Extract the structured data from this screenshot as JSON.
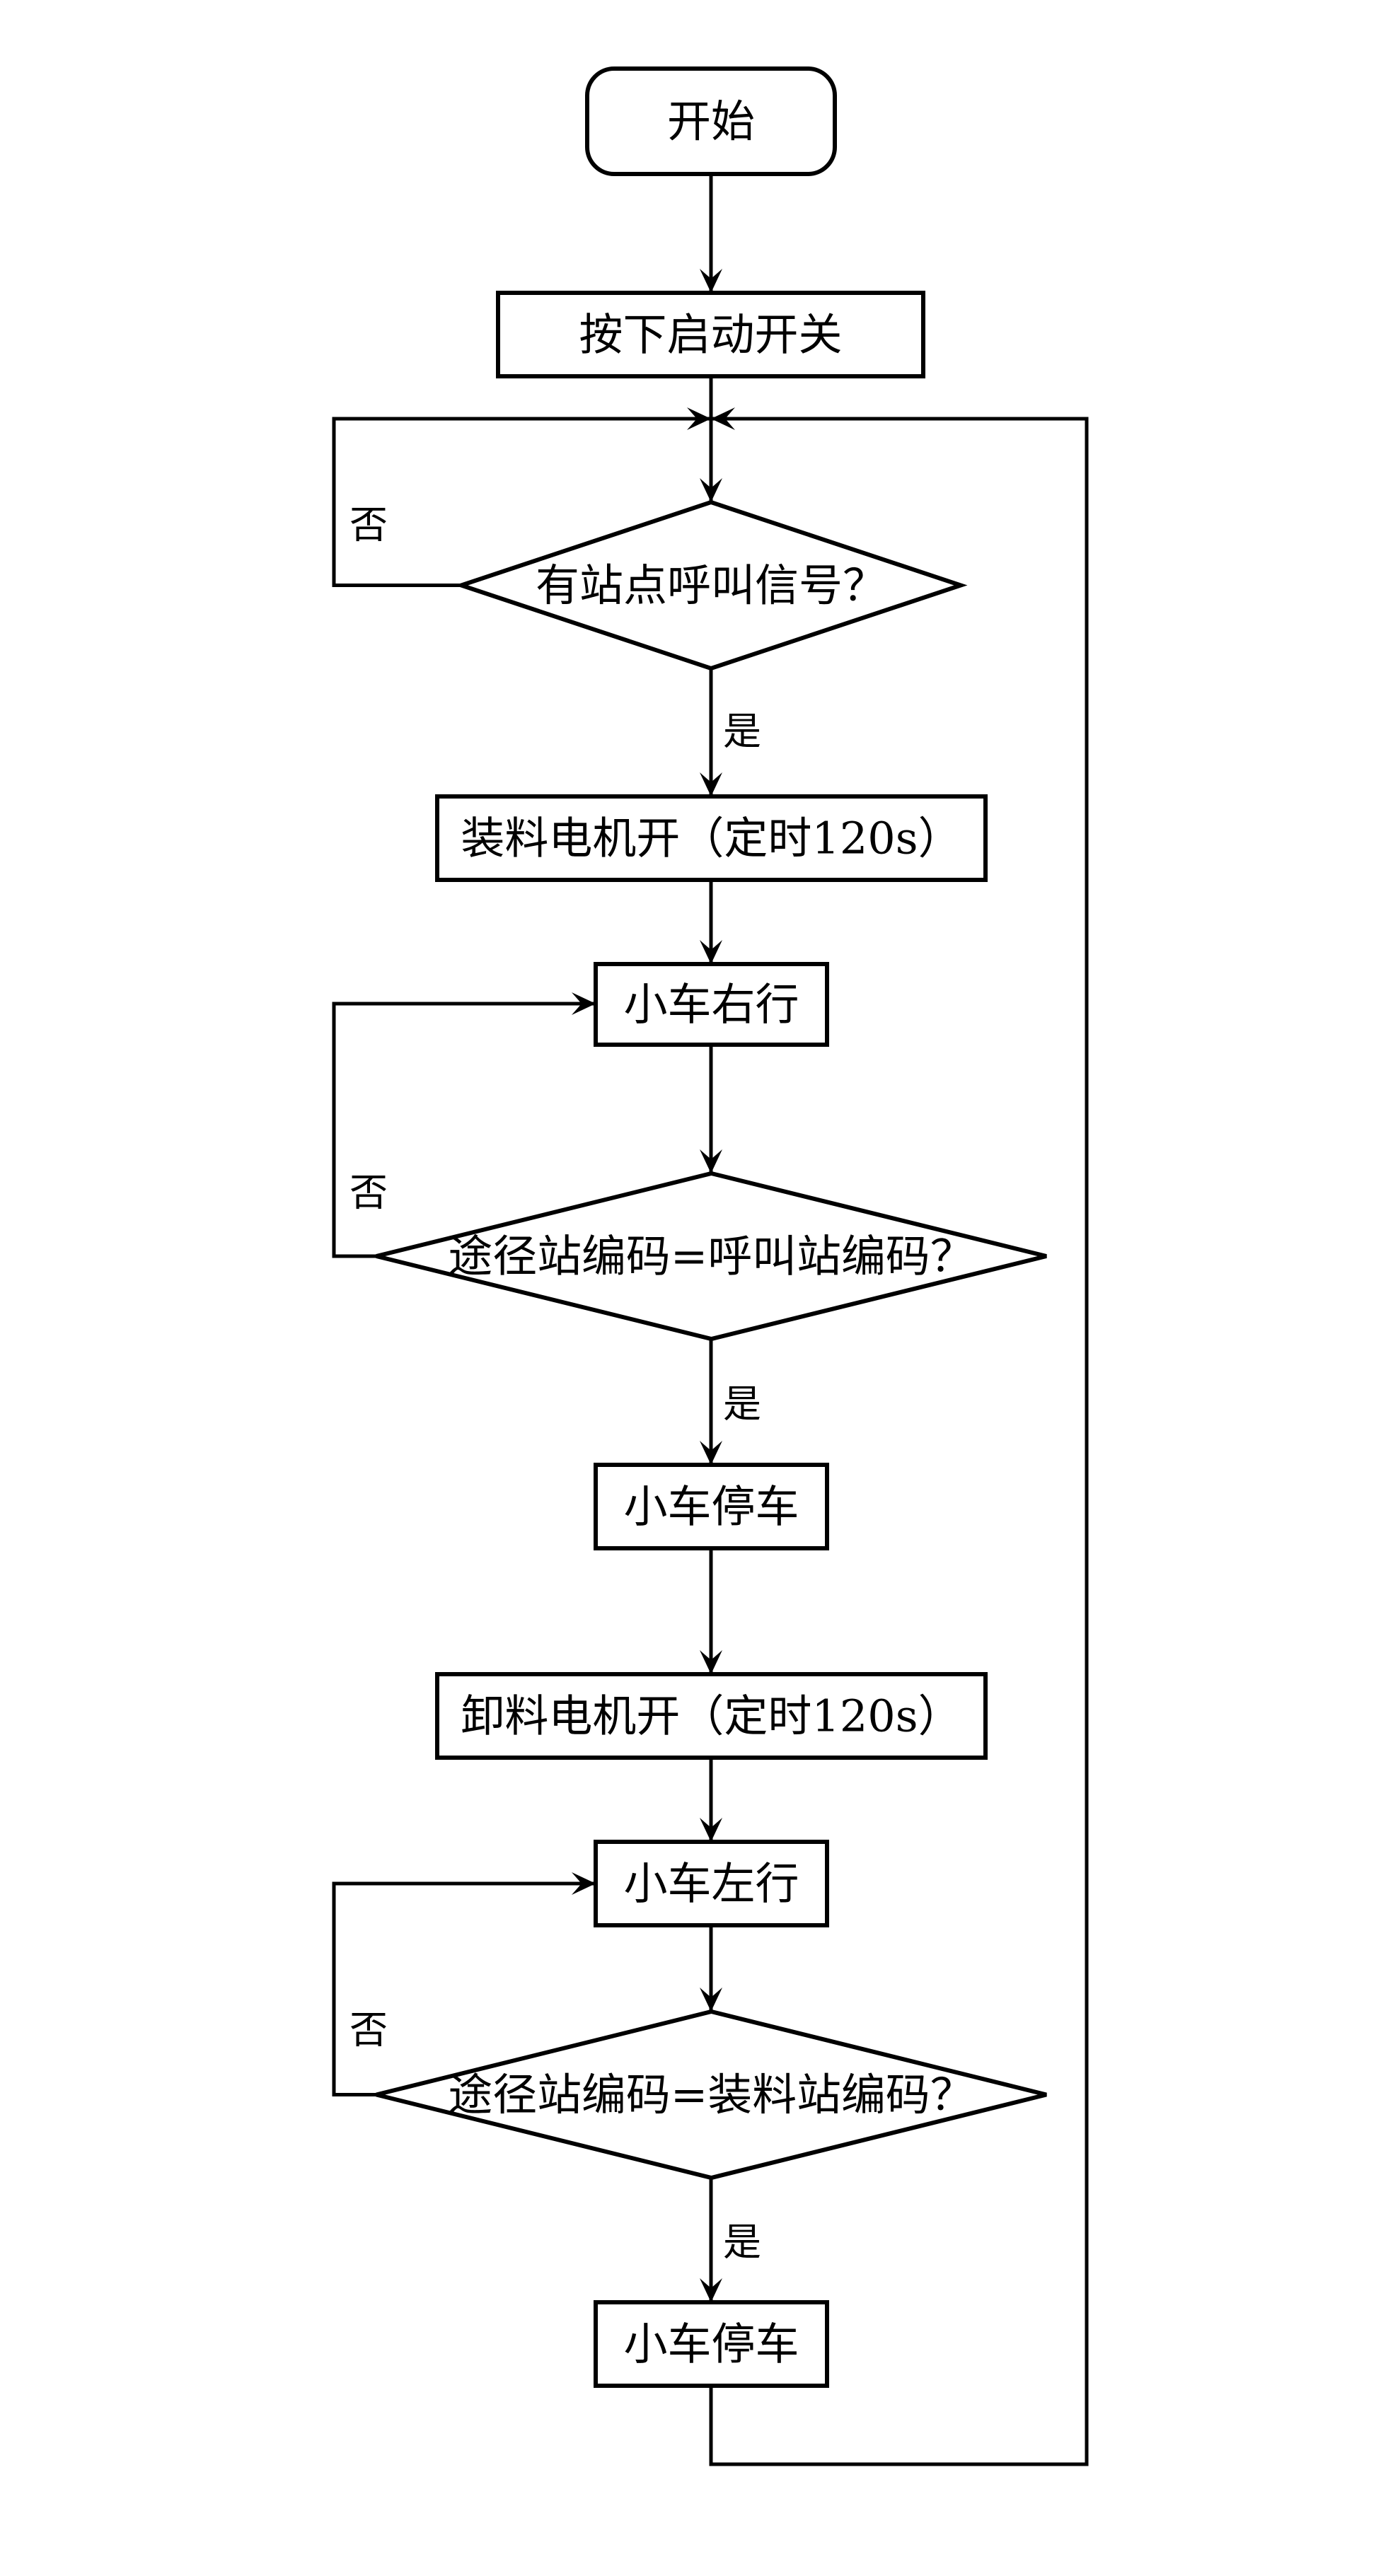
{
  "diagram": {
    "type": "flowchart",
    "colors": {
      "stroke": "#000000",
      "background": "#ffffff",
      "text": "#000000"
    },
    "nodes": [
      {
        "id": "start",
        "shape": "terminal",
        "text": "开始"
      },
      {
        "id": "press-start-switch",
        "shape": "process",
        "text": "按下启动开关"
      },
      {
        "id": "station-call-decision",
        "shape": "decision",
        "text": "有站点呼叫信号？"
      },
      {
        "id": "loading-motor-on",
        "shape": "process",
        "text": "装料电机开（定时120s）"
      },
      {
        "id": "cart-move-right",
        "shape": "process",
        "text": "小车右行"
      },
      {
        "id": "reach-call-station-decision",
        "shape": "decision",
        "text": "途径站编码=呼叫站编码？"
      },
      {
        "id": "cart-stop-1",
        "shape": "process",
        "text": "小车停车"
      },
      {
        "id": "unloading-motor-on",
        "shape": "process",
        "text": "卸料电机开（定时120s）"
      },
      {
        "id": "cart-move-left",
        "shape": "process",
        "text": "小车左行"
      },
      {
        "id": "reach-loading-station-decision",
        "shape": "decision",
        "text": "途径站编码=装料站编码？"
      },
      {
        "id": "cart-stop-2",
        "shape": "process",
        "text": "小车停车"
      }
    ],
    "edges": [
      {
        "from": "start",
        "to": "press-start-switch",
        "label": ""
      },
      {
        "from": "press-start-switch",
        "to": "station-call-decision",
        "label": ""
      },
      {
        "from": "station-call-decision",
        "to": "station-call-decision",
        "label": "否"
      },
      {
        "from": "station-call-decision",
        "to": "loading-motor-on",
        "label": "是"
      },
      {
        "from": "loading-motor-on",
        "to": "cart-move-right",
        "label": ""
      },
      {
        "from": "cart-move-right",
        "to": "reach-call-station-decision",
        "label": ""
      },
      {
        "from": "reach-call-station-decision",
        "to": "cart-move-right",
        "label": "否"
      },
      {
        "from": "reach-call-station-decision",
        "to": "cart-stop-1",
        "label": "是"
      },
      {
        "from": "cart-stop-1",
        "to": "unloading-motor-on",
        "label": ""
      },
      {
        "from": "unloading-motor-on",
        "to": "cart-move-left",
        "label": ""
      },
      {
        "from": "cart-move-left",
        "to": "reach-loading-station-decision",
        "label": ""
      },
      {
        "from": "reach-loading-station-decision",
        "to": "cart-move-left",
        "label": "否"
      },
      {
        "from": "reach-loading-station-decision",
        "to": "cart-stop-2",
        "label": "是"
      },
      {
        "from": "cart-stop-2",
        "to": "station-call-decision",
        "label": ""
      }
    ],
    "labels": {
      "yes": "是",
      "no": "否"
    }
  }
}
